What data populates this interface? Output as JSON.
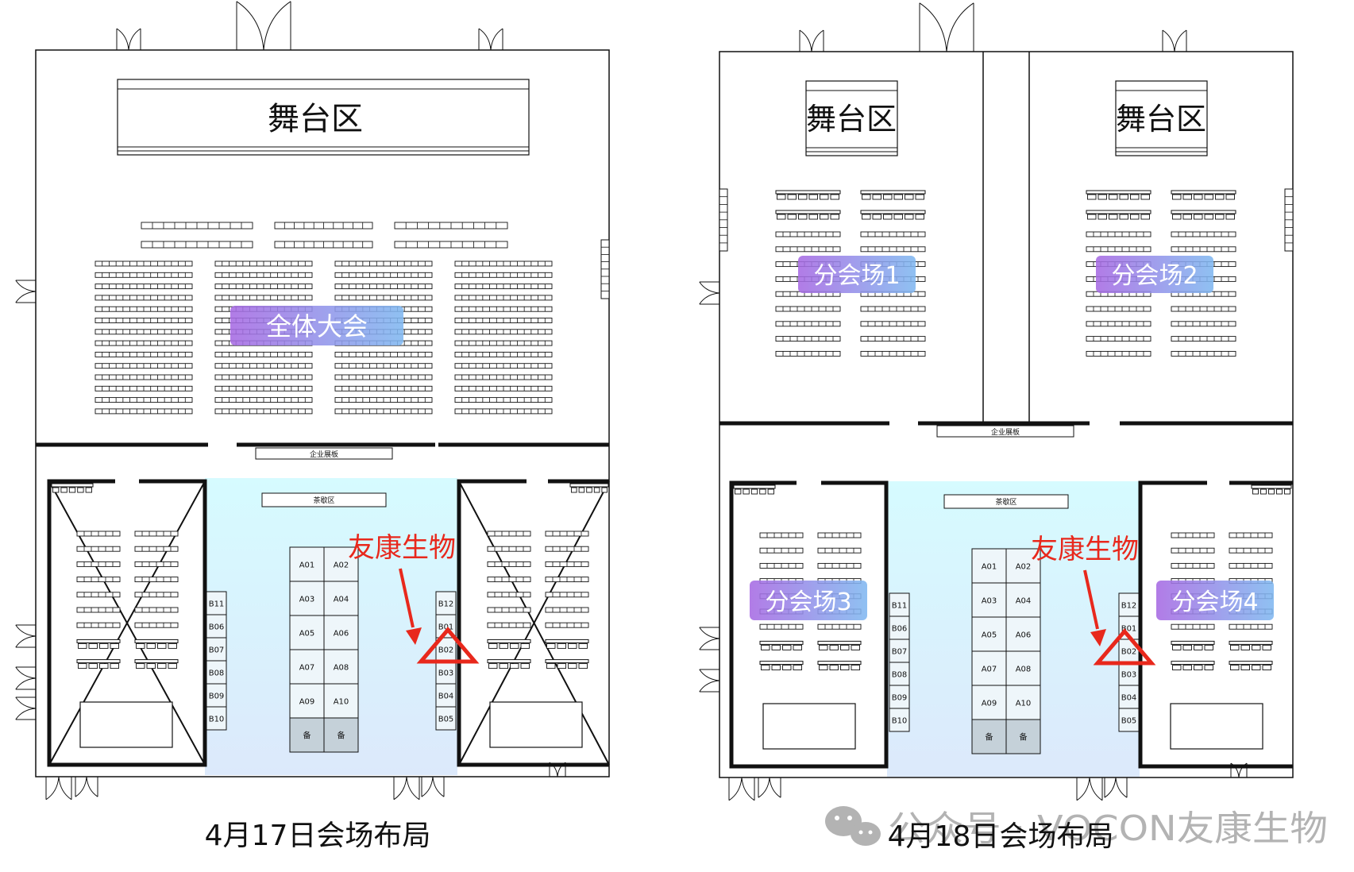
{
  "colors": {
    "wall": "#111111",
    "arrow": "#e8281c",
    "booth_fill": "#eef6fa",
    "booth_reserved_fill": "#c5d1d9",
    "hall_tint_top": "#d6fbff",
    "hall_tint_bottom": "#dce9fb",
    "badge_left": "#a76ae3",
    "badge_right": "#80b8f0",
    "watermark": "#9a9a9a"
  },
  "layout_apr17": {
    "caption": "4月17日会场布局",
    "stage_label": "舞台区",
    "main_badge": "全体大会",
    "exhibit_board": "企业展板",
    "tea_area": "茶歇区",
    "brand_label": "友康生物",
    "booths_a": [
      "A01",
      "A02",
      "A03",
      "A04",
      "A05",
      "A06",
      "A07",
      "A08",
      "A09",
      "A10",
      "备",
      "备"
    ],
    "booths_b_left": [
      "B11",
      "B06",
      "B07",
      "B08",
      "B09",
      "B10"
    ],
    "booths_b_right": [
      "B12",
      "B01",
      "B02",
      "B03",
      "B04",
      "B05"
    ]
  },
  "layout_apr18": {
    "caption": "4月18日会场布局",
    "stage_label_1": "舞台区",
    "stage_label_2": "舞台区",
    "badge_1": "分会场1",
    "badge_2": "分会场2",
    "badge_3": "分会场3",
    "badge_4": "分会场4",
    "exhibit_board": "企业展板",
    "tea_area": "茶歇区",
    "brand_label": "友康生物",
    "booths_a": [
      "A01",
      "A02",
      "A03",
      "A04",
      "A05",
      "A06",
      "A07",
      "A08",
      "A09",
      "A10",
      "备",
      "备"
    ],
    "booths_b_left": [
      "B11",
      "B06",
      "B07",
      "B08",
      "B09",
      "B10"
    ],
    "booths_b_right": [
      "B12",
      "B01",
      "B02",
      "B03",
      "B04",
      "B05"
    ]
  },
  "watermark": {
    "icon": "wechat-icon",
    "text": "公众号 · VOCON友康生物"
  }
}
